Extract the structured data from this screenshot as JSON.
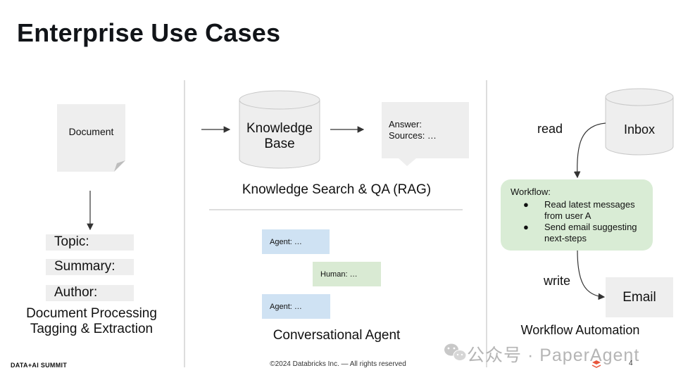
{
  "slide": {
    "title": "Enterprise Use Cases",
    "footer_left": "DATA+AI SUMMIT",
    "footer_center": "©2024 Databricks Inc. — All rights reserved",
    "page_number": "4",
    "watermark": "公众号 · PaperAgent"
  },
  "doc_processing": {
    "document_label": "Document",
    "fields": [
      "Topic:",
      "Summary:",
      "Author:"
    ],
    "caption_line1": "Document Processing",
    "caption_line2": "Tagging & Extraction"
  },
  "rag": {
    "kb_line1": "Knowledge",
    "kb_line2": "Base",
    "answer_line1": "Answer:",
    "answer_line2": "Sources: …",
    "caption": "Knowledge Search & QA (RAG)"
  },
  "conversational": {
    "messages": [
      "Agent: …",
      "Human: …",
      "Agent: …"
    ],
    "caption": "Conversational Agent"
  },
  "workflow": {
    "read_label": "read",
    "inbox_label": "Inbox",
    "title": "Workflow:",
    "steps": [
      "Read latest messages from user A",
      "Send email suggesting next-steps"
    ],
    "bullet": "●",
    "write_label": "write",
    "email_label": "Email",
    "caption": "Workflow Automation"
  },
  "colors": {
    "agent_bubble": "#cfe2f3",
    "human_bubble": "#d9ead3",
    "workflow_box": "#d9ecd5",
    "gray_shape": "#eeeeee",
    "divider": "#dddddd"
  }
}
